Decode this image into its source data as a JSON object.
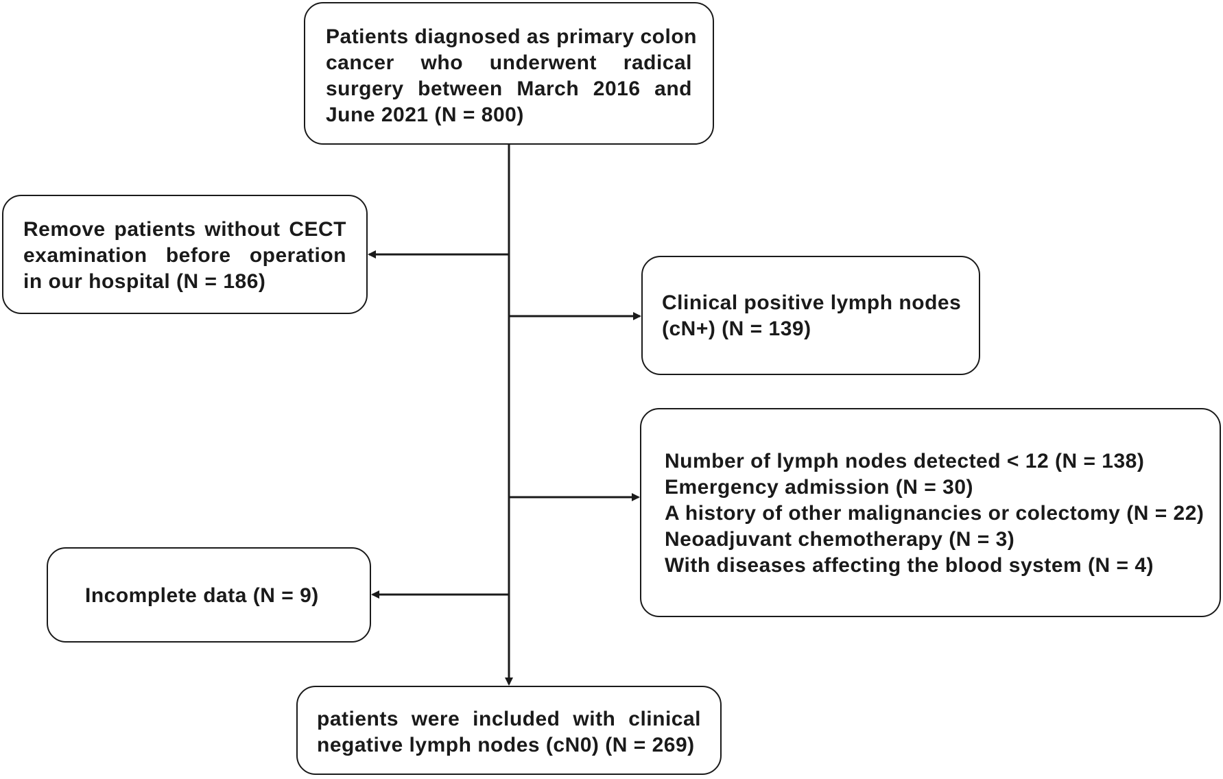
{
  "diagram": {
    "start": {
      "lines": [
        "Patients diagnosed as primary colon",
        "cancer who underwent radical",
        "surgery between March 2016 and",
        "June 2021 (N = 800)"
      ]
    },
    "exclusion_no_cect": {
      "lines": [
        "Remove patients without CECT",
        "examination before operation",
        "in our hospital (N = 186)"
      ]
    },
    "exclusion_cn_positive": {
      "lines": [
        "Clinical positive lymph nodes",
        "(cN+) (N = 139)"
      ]
    },
    "exclusion_criteria": {
      "lines": [
        "Number of lymph nodes detected < 12 (N = 138)",
        "Emergency admission (N = 30)",
        "A history of other malignancies or colectomy (N = 22)",
        "Neoadjuvant chemotherapy (N = 3)",
        "With diseases affecting the blood system (N = 4)"
      ]
    },
    "exclusion_incomplete": {
      "lines": [
        "Incomplete data (N = 9)"
      ]
    },
    "final": {
      "lines": [
        "patients were included with clinical",
        "negative lymph nodes (cN0) (N = 269)"
      ]
    }
  }
}
